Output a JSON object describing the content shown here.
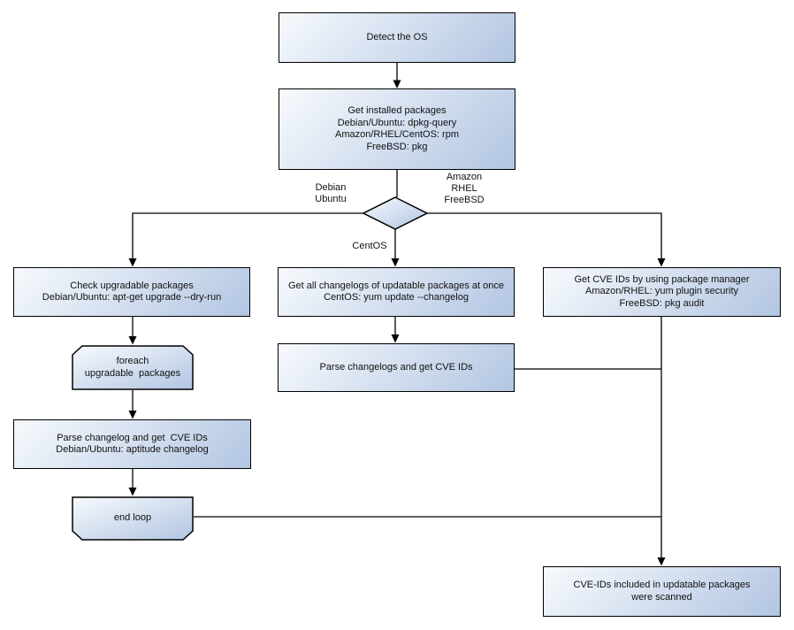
{
  "style": {
    "canvas_bg": "#ffffff",
    "node_fill_start": "#f7fafd",
    "node_fill_end": "#b2c5e2",
    "node_border": "#000000",
    "line_color": "#000000",
    "text_color": "#111111"
  },
  "nodes": {
    "detect_os": {
      "shape": "rect",
      "lines": [
        "Detect the OS"
      ]
    },
    "get_installed_packages": {
      "shape": "rect",
      "lines": [
        "Get installed packages",
        "Debian/Ubuntu: dpkg-query",
        "Amazon/RHEL/CentOS: rpm",
        "FreeBSD: pkg"
      ]
    },
    "os_decision": {
      "shape": "diamond",
      "lines": []
    },
    "check_upgradable_packages": {
      "shape": "rect",
      "lines": [
        "Check upgradable packages",
        "Debian/Ubuntu: apt-get upgrade --dry-run"
      ]
    },
    "foreach_loop": {
      "shape": "loop-start",
      "lines": [
        "foreach",
        "upgradable  packages"
      ]
    },
    "parse_changelog_debian": {
      "shape": "rect",
      "lines": [
        "Parse changelog and get  CVE IDs",
        "Debian/Ubuntu: aptitude changelog"
      ]
    },
    "end_loop": {
      "shape": "loop-end",
      "lines": [
        "end loop"
      ]
    },
    "get_all_changelogs": {
      "shape": "rect",
      "lines": [
        "Get all changelogs of updatable packages at once",
        "CentOS: yum update --changelog"
      ]
    },
    "parse_changelogs_centos": {
      "shape": "rect",
      "lines": [
        "Parse changelogs and get CVE IDs"
      ]
    },
    "get_cve_ids_package_manager": {
      "shape": "rect",
      "lines": [
        "Get CVE IDs by using package manager",
        "Amazon/RHEL: yum plugin security",
        "FreeBSD: pkg audit"
      ]
    },
    "cve_ids_scanned": {
      "shape": "rect",
      "lines": [
        "CVE-IDs included in updatable packages",
        "were scanned"
      ]
    }
  },
  "edge_labels": {
    "debian_ubuntu": {
      "lines": [
        "Debian",
        "Ubuntu"
      ]
    },
    "amazon_rhel_freebsd": {
      "lines": [
        "Amazon",
        "RHEL",
        "FreeBSD"
      ]
    },
    "centos": {
      "lines": [
        "CentOS"
      ]
    }
  }
}
